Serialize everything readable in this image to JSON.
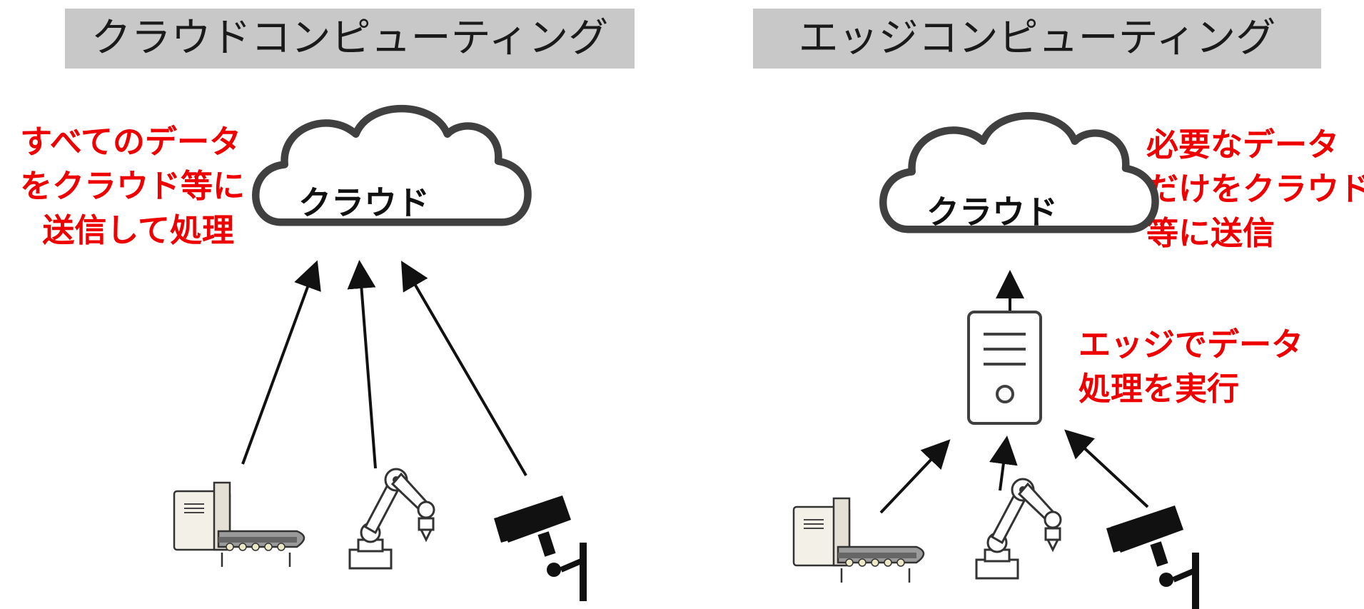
{
  "titles": {
    "cloud_computing": "クラウドコンピューティング",
    "edge_computing": "エッジコンピューティング"
  },
  "cloud_label": "クラウド",
  "notes": {
    "left": [
      "すべてのデータ",
      "をクラウド等に",
      "送信して処理"
    ],
    "right_top": [
      "必要なデータ",
      "だけをクラウド",
      "等に送信"
    ],
    "right_mid": [
      "エッジでデータ",
      "処理を実行"
    ]
  },
  "colors": {
    "title_bg": "#c8c8c8",
    "note_red": "#ee0000",
    "outline": "#404040"
  },
  "icons": {
    "devices": [
      "conveyor-machine-icon",
      "robot-arm-icon",
      "security-camera-icon"
    ],
    "edge": "server-icon"
  }
}
